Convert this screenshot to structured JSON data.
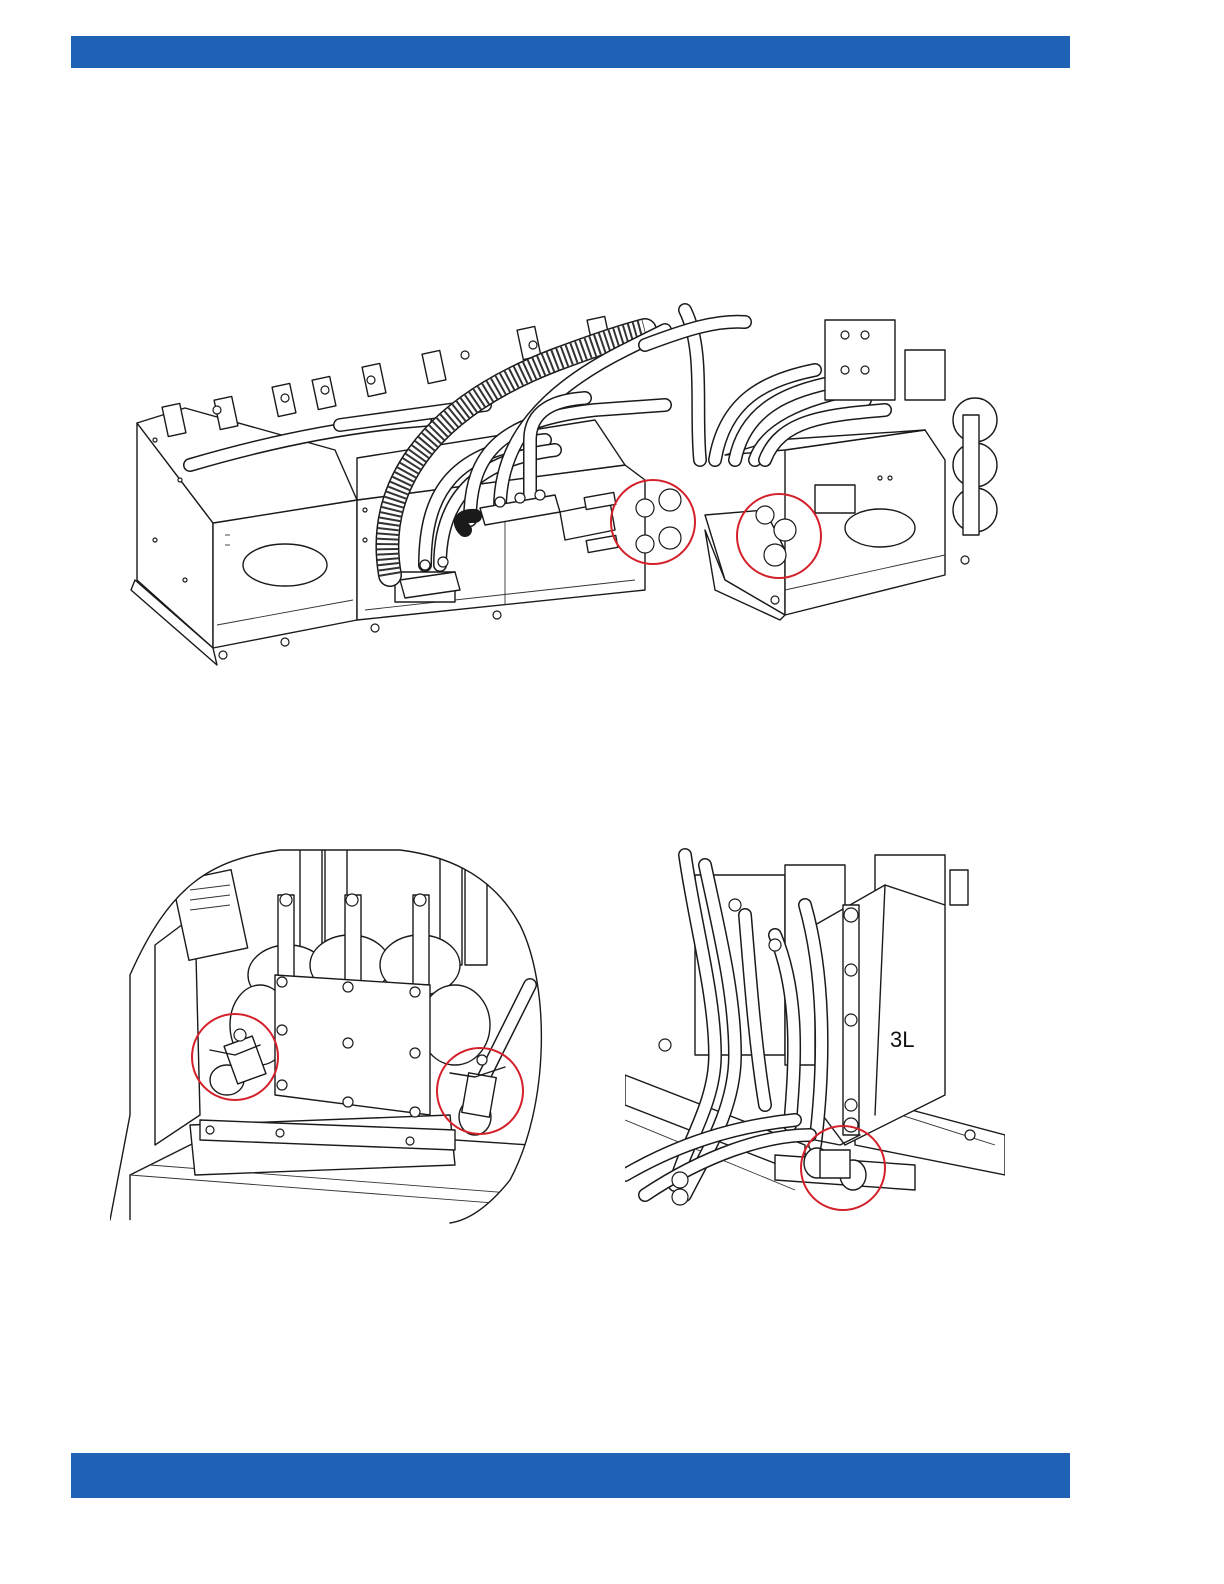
{
  "header": {
    "color": "#1f62b5"
  },
  "footer": {
    "color": "#1f62b5"
  },
  "figures": {
    "main": {
      "highlight_color": "#d4202a",
      "highlight_count": 2
    },
    "detail_left": {
      "highlight_count": 2
    },
    "detail_right": {
      "part_label": "3L",
      "highlight_count": 1
    }
  }
}
